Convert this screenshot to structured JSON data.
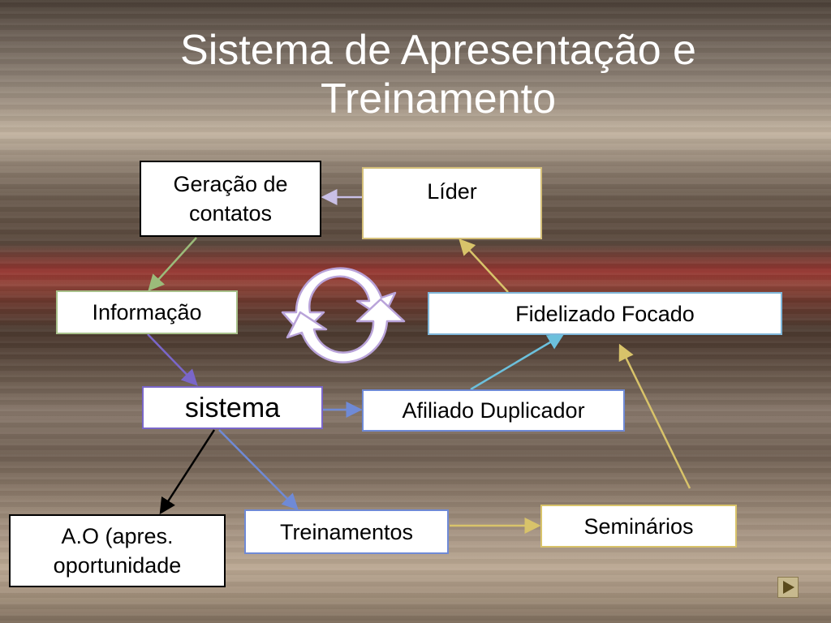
{
  "slide": {
    "title": "Sistema de Apresentação e Treinamento"
  },
  "diagram": {
    "nodes": {
      "geracao": "Geração de contatos",
      "lider": "Líder",
      "informacao": "Informação",
      "fidelizado": "Fidelizado Focado",
      "sistema": "sistema",
      "afiliado": "Afiliado Duplicador",
      "ao": "A.O (apres. oportunidade",
      "treinamentos": "Treinamentos",
      "seminarios": "Seminários"
    }
  },
  "controls": {
    "next_icon": "play-triangle-icon"
  },
  "colors": {
    "arrow_lavender": "#c9c0e6",
    "arrow_green": "#9bbb7a",
    "arrow_purple": "#7a66c9",
    "arrow_blue": "#6f8ad6",
    "arrow_yellow": "#d8c36a",
    "arrow_cyan": "#6cc0dc",
    "arrow_black": "#000000"
  }
}
